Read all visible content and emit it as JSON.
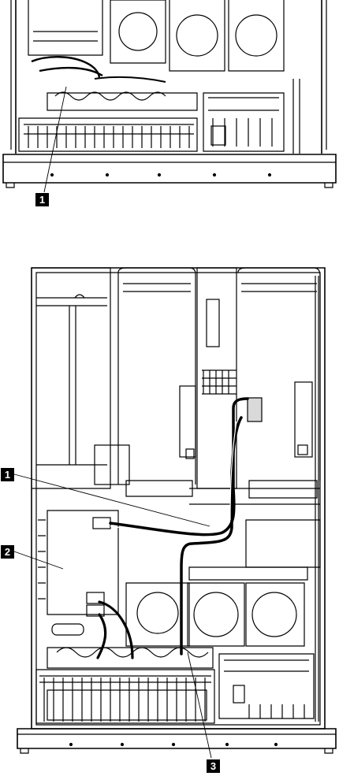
{
  "callouts": {
    "top_1": "1",
    "bottom_1": "1",
    "bottom_2": "2",
    "bottom_3": "3"
  }
}
